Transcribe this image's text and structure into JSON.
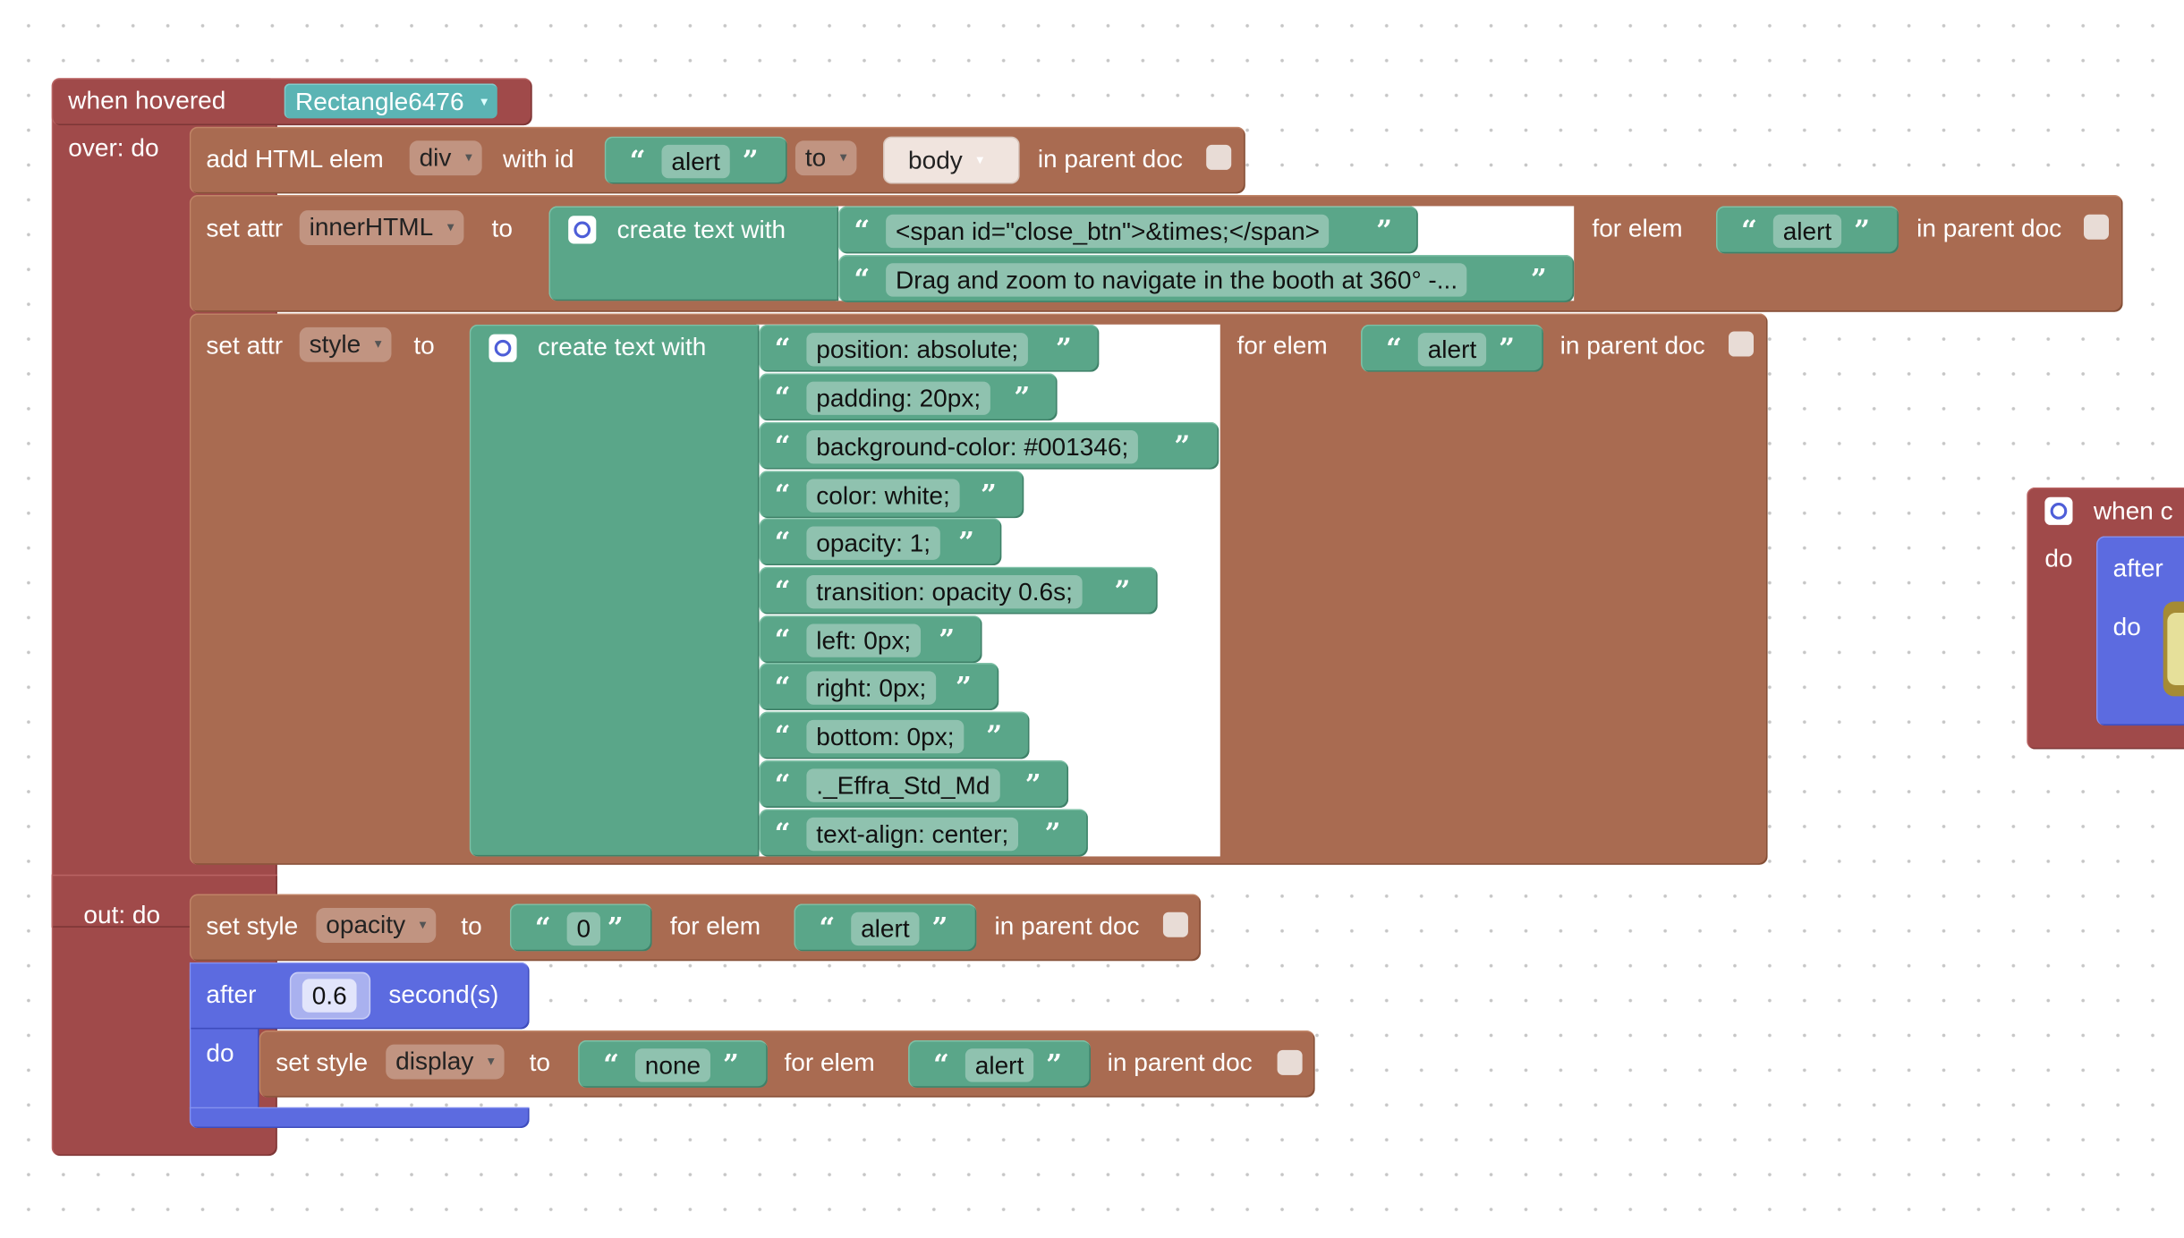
{
  "event1": {
    "when_hovered": "when hovered",
    "component": "Rectangle6476",
    "over_do": "over: do",
    "out_do": "out: do"
  },
  "add_elem": {
    "label": "add HTML elem",
    "tag": "div",
    "with_id": "with id",
    "id_value": "alert",
    "position": "to",
    "parent": "body",
    "in_parent_doc": "in parent doc"
  },
  "set_inner": {
    "label": "set attr",
    "attr": "innerHTML",
    "to": "to",
    "create_text": "create text with",
    "items": [
      "<span id=\"close_btn\">&times;</span>",
      "Drag and zoom to navigate in the booth at 360° -..."
    ],
    "for_elem": "for elem",
    "elem_id": "alert",
    "in_parent_doc": "in parent doc"
  },
  "set_style_attr": {
    "label": "set attr",
    "attr": "style",
    "to": "to",
    "create_text": "create text with",
    "items": [
      "position: absolute;",
      "padding: 20px;",
      "background-color: #001346;",
      "color: white;",
      "opacity: 1;",
      "transition: opacity 0.6s;",
      "left: 0px;",
      "right: 0px;",
      "bottom: 0px;",
      "._Effra_Std_Md",
      "text-align: center;"
    ],
    "for_elem": "for elem",
    "elem_id": "alert",
    "in_parent_doc": "in parent doc"
  },
  "set_opacity": {
    "label": "set style",
    "prop": "opacity",
    "to": "to",
    "value": "0",
    "for_elem": "for elem",
    "elem_id": "alert",
    "in_parent_doc": "in parent doc"
  },
  "after_block": {
    "after": "after",
    "seconds": "0.6",
    "seconds_label": "second(s)",
    "do": "do"
  },
  "set_display": {
    "label": "set style",
    "prop": "display",
    "to": "to",
    "value": "none",
    "for_elem": "for elem",
    "elem_id": "alert",
    "in_parent_doc": "in parent doc"
  },
  "event2": {
    "when": "when c",
    "do": "do",
    "after": "after",
    "inner_do": "do"
  },
  "colors": {
    "event": "#a04a4a",
    "action": "#a96b51",
    "text": "#5aa689",
    "component": "#5bb4b4",
    "control": "#5c6be0"
  },
  "icons": [
    "gear-icon",
    "dropdown-arrow-icon",
    "open-quote-icon",
    "close-quote-icon",
    "checkbox-icon"
  ]
}
